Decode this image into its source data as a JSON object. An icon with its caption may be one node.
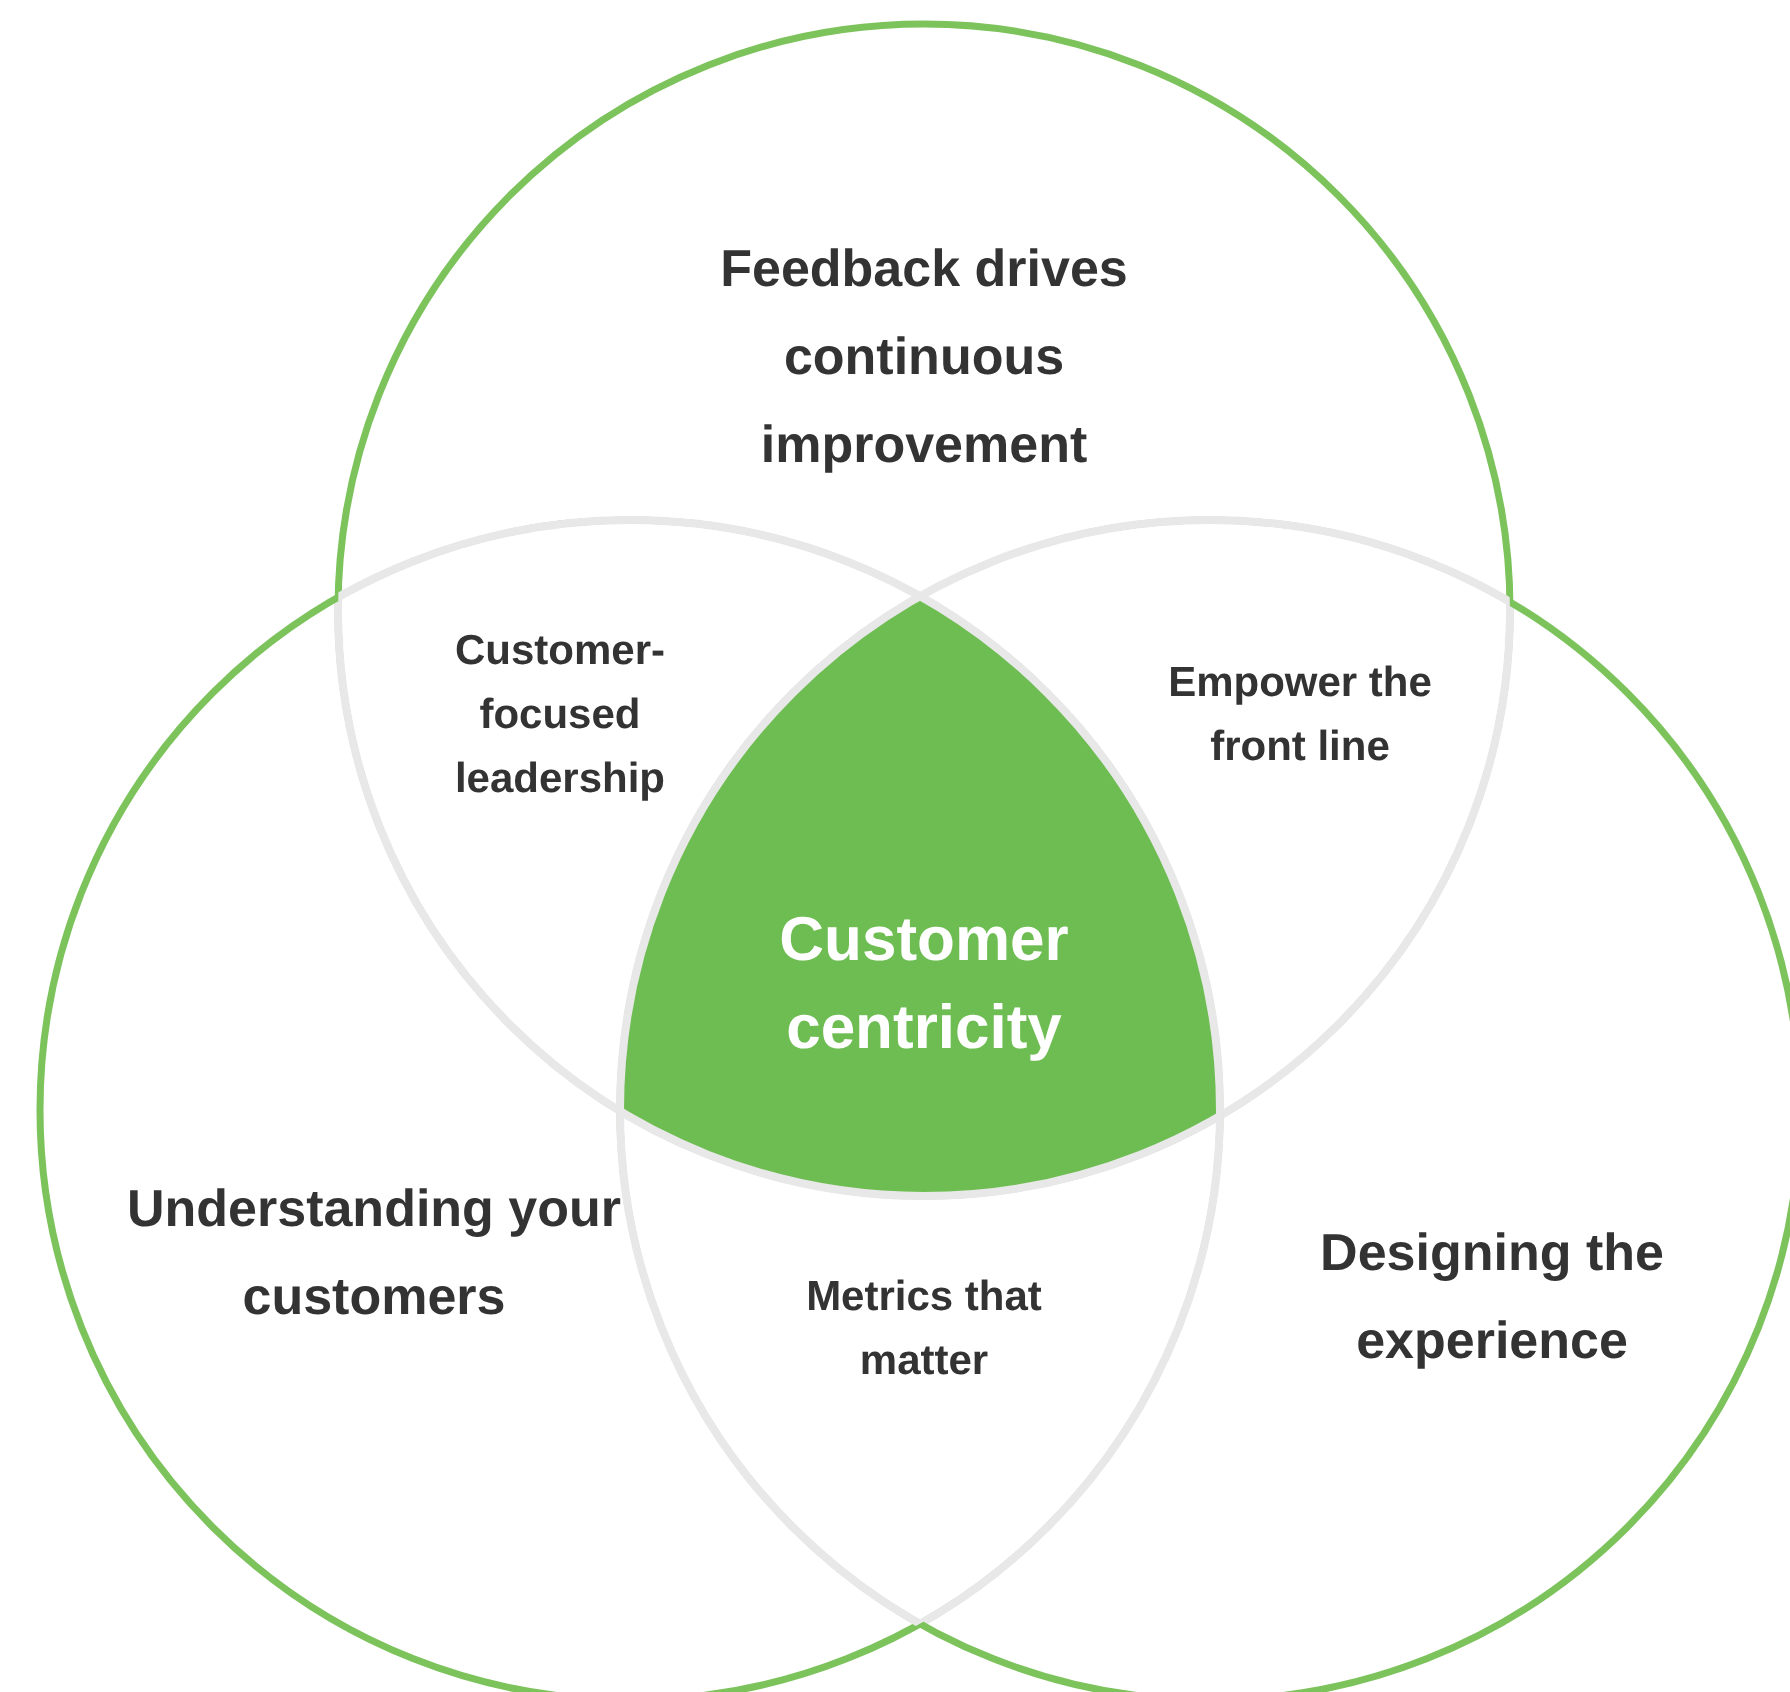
{
  "diagram": {
    "nodes": [
      {
        "text": [
          "Feedback drives continuous improvement"
        ]
      },
      {
        "text": [
          "Customer-focused leadership"
        ]
      },
      {
        "text": [
          "Empower the front line"
        ]
      },
      {
        "text": [
          "Customer centricity"
        ]
      },
      {
        "text": [
          "Understanding your customers"
        ]
      },
      {
        "text": [
          "Metrics that matter"
        ]
      },
      {
        "text": [
          "Designing the experience"
        ]
      }
    ]
  }
}
